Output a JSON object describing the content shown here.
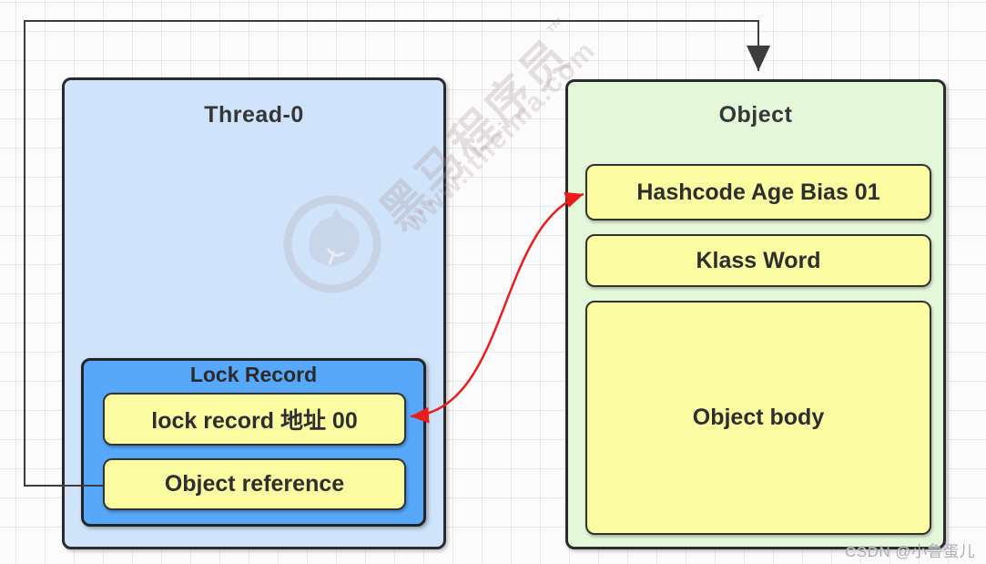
{
  "diagram": {
    "thread": {
      "title": "Thread-0",
      "lock_record": {
        "title": "Lock Record",
        "rows": [
          {
            "label": "lock record 地址 00"
          },
          {
            "label": "Object reference"
          }
        ]
      }
    },
    "object": {
      "title": "Object",
      "rows": [
        {
          "label": "Hashcode Age Bias 01"
        },
        {
          "label": "Klass Word"
        },
        {
          "label": "Object body"
        }
      ]
    }
  },
  "watermark": {
    "brand": "黑马程序员",
    "trademark": "™",
    "website": "www.itheima.com",
    "credit": "CSDN @小鲁蛋儿"
  },
  "colors": {
    "thread_fill": "#cfe3fb",
    "lock_record_fill": "#57a7fb",
    "slot_fill": "#fbfba2",
    "object_fill": "#e4f8d9",
    "box_border": "#2b2b2b",
    "connector_line": "#3d3d3d",
    "pointer_arrow_red": "#ea1c1c"
  }
}
